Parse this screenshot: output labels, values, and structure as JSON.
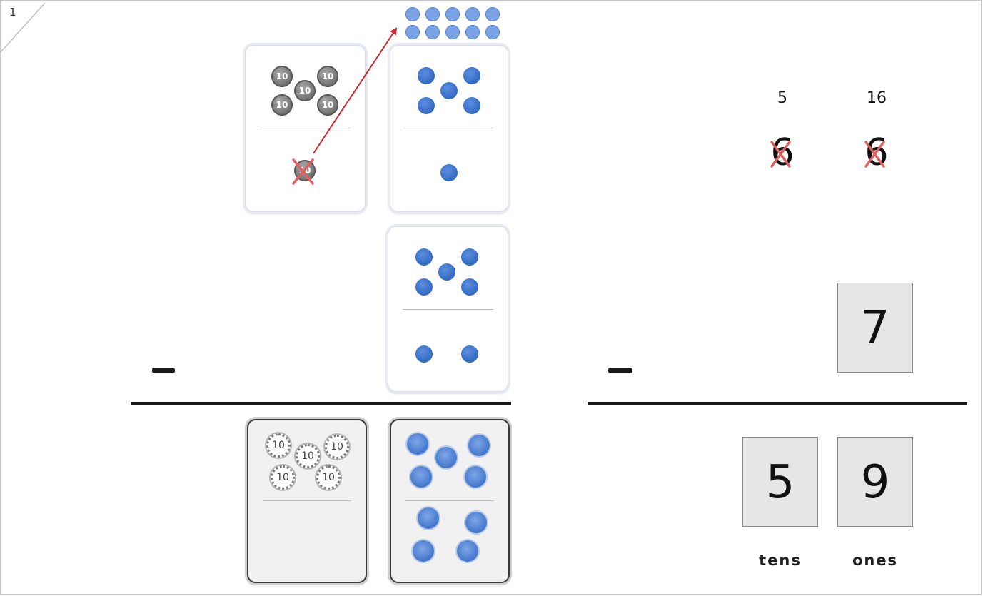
{
  "page": {
    "number": "1"
  },
  "left_model": {
    "ten_label": "10",
    "minuend_tens_count": 5,
    "minuend_ones_count": 6,
    "subtrahend_ones_count": 7,
    "difference_tens_count": 5,
    "difference_ones_count": 9,
    "ungrouped_ones_count": 10,
    "operator": "−"
  },
  "right_problem": {
    "crossed_tens": "6",
    "crossed_ones": "6",
    "new_tens": "5",
    "new_ones": "16",
    "subtrahend_ones": "7",
    "answer_tens": "5",
    "answer_ones": "9",
    "tens_label": "tens",
    "ones_label": "ones",
    "operator": "−"
  },
  "colors": {
    "arrow": "#d0262d",
    "cross": "#e06060",
    "dot_blue": "#2f66bf",
    "coin_gray": "#7a7a7a"
  }
}
